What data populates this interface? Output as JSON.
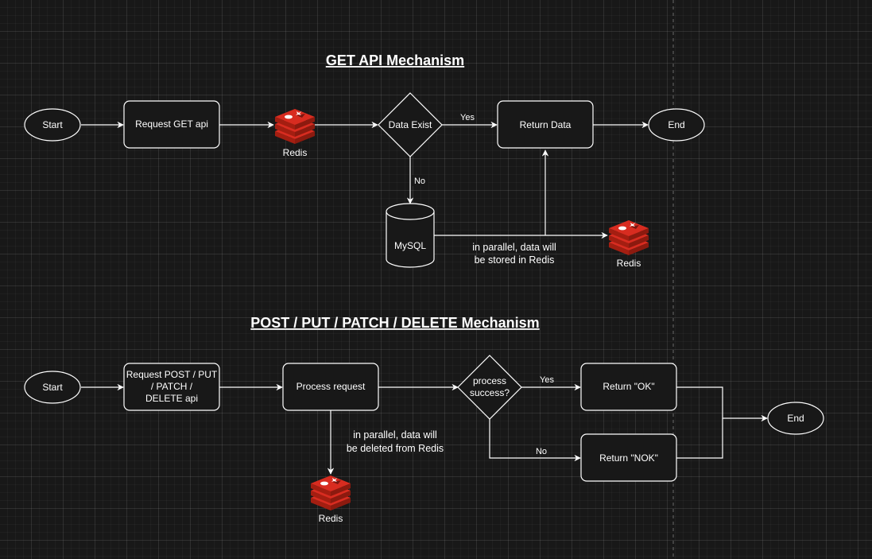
{
  "diagram": {
    "get_section": {
      "title": "GET API Mechanism",
      "nodes": {
        "start": "Start",
        "request": "Request GET api",
        "redis": "Redis",
        "decision": "Data Exist",
        "return": "Return Data",
        "end": "End",
        "mysql": "MySQL",
        "redis_store": "Redis"
      },
      "edges": {
        "yes": "Yes",
        "no": "No",
        "parallel_line1": "in parallel, data will",
        "parallel_line2": "be stored in Redis"
      }
    },
    "post_section": {
      "title": "POST / PUT / PATCH / DELETE Mechanism",
      "nodes": {
        "start": "Start",
        "request_line1": "Request POST / PUT",
        "request_line2": "/ PATCH /",
        "request_line3": "DELETE  api",
        "process": "Process request",
        "decision_line1": "process",
        "decision_line2": "success?",
        "return_ok": "Return \"OK\"",
        "return_nok": "Return \"NOK\"",
        "end": "End",
        "redis": "Redis"
      },
      "edges": {
        "yes": "Yes",
        "no": "No",
        "parallel_line1": "in parallel, data will",
        "parallel_line2": "be deleted from Redis"
      }
    },
    "colors": {
      "background": "#181818",
      "stroke": "#ffffff",
      "redis_dark": "#a41e11",
      "redis_mid": "#d82c20",
      "redis_light": "#e6685e"
    },
    "icons": [
      "redis-icon"
    ]
  }
}
